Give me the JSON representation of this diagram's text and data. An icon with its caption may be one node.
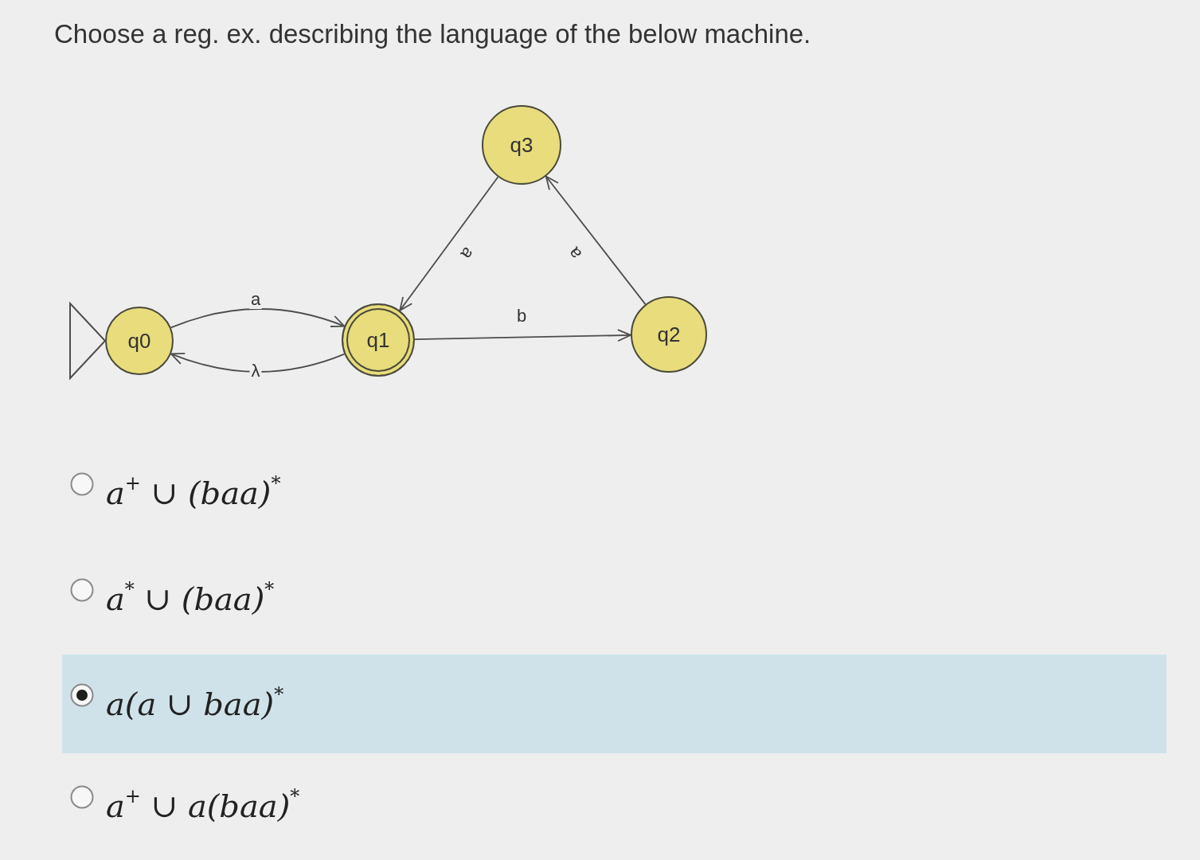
{
  "diagram": {
    "title": "Choose a reg. ex. describing the language of the below machine.",
    "nodes": [
      {
        "text": [
          "q0"
        ]
      },
      {
        "text": [
          "q1"
        ]
      },
      {
        "text": [
          "q2"
        ]
      },
      {
        "text": [
          "q3"
        ]
      }
    ],
    "edges": [
      {
        "from": null,
        "to": 0,
        "arrow": "to"
      },
      {
        "from": 0,
        "to": 1,
        "label": "a",
        "arrow": "to"
      },
      {
        "from": 1,
        "to": 0,
        "label": "λ",
        "arrow": "to"
      },
      {
        "from": 3,
        "to": 1,
        "label": "a",
        "arrow": "to"
      },
      {
        "from": 1,
        "to": 2,
        "label": "b",
        "arrow": "to"
      },
      {
        "from": 2,
        "to": 3,
        "label": "a",
        "arrow": "to"
      }
    ],
    "labels": [
      "a$^{+}$ ∪ (baa)$^{*}$",
      "a$^{*}$ ∪ (baa)$^{*}$",
      "a(a ∪ baa)$^{*}$",
      "a$^{+}$ ∪ a(baa)$^{*}$"
    ]
  }
}
